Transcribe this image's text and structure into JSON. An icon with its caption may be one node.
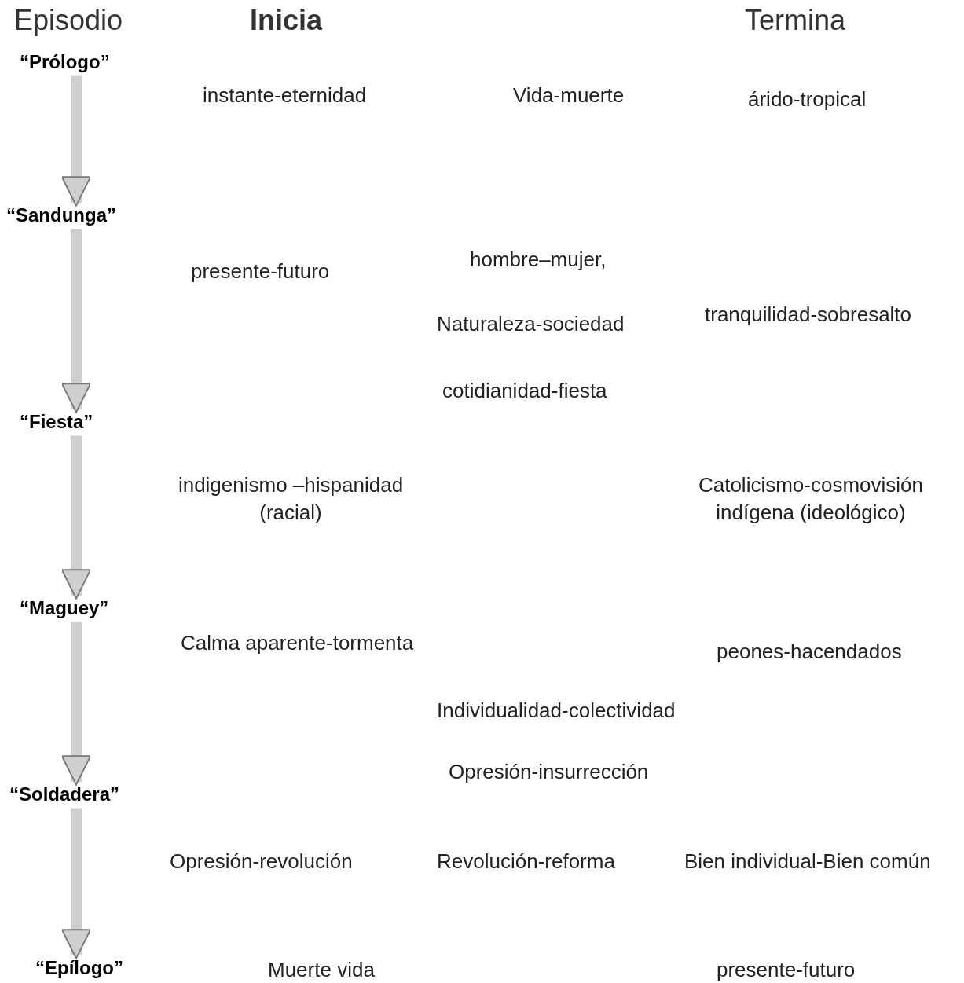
{
  "diagram": {
    "nodes": [
      {
        "text": [
          "“Prólogo”"
        ]
      },
      {
        "text": [
          "“Sandunga”"
        ]
      },
      {
        "text": [
          "“Fiesta”"
        ]
      },
      {
        "text": [
          "“Maguey”"
        ]
      },
      {
        "text": [
          "“Soldadera”"
        ]
      },
      {
        "text": [
          "“Epílogo”"
        ]
      }
    ],
    "edges": [
      {
        "from": 0,
        "to": 1,
        "arrow": "to"
      },
      {
        "from": 1,
        "to": 2,
        "arrow": "to"
      },
      {
        "from": 2,
        "to": 3,
        "arrow": "to"
      },
      {
        "from": 3,
        "to": 4,
        "arrow": "to"
      },
      {
        "from": 4,
        "to": 5,
        "arrow": "to"
      }
    ],
    "labels": [
      "Episodio",
      "Inicia",
      "Termina",
      "instante-eternidad",
      "Vida-muerte",
      "árido-tropical",
      "hombre–mujer,",
      "presente-futuro",
      "Naturaleza-sociedad",
      "tranquilidad-sobresalto",
      "cotidianidad-fiesta",
      "indigenismo –hispanidad (racial)",
      "Catolicismo-cosmovisión indígena (ideológico)",
      "Calma aparente-tormenta",
      "peones-hacendados",
      "Individualidad-colectividad",
      "Opresión-insurrección",
      "Opresión-revolución",
      "Revolución-reforma",
      "Bien individual-Bien común",
      "Muerte vida",
      "presente-futuro"
    ]
  }
}
